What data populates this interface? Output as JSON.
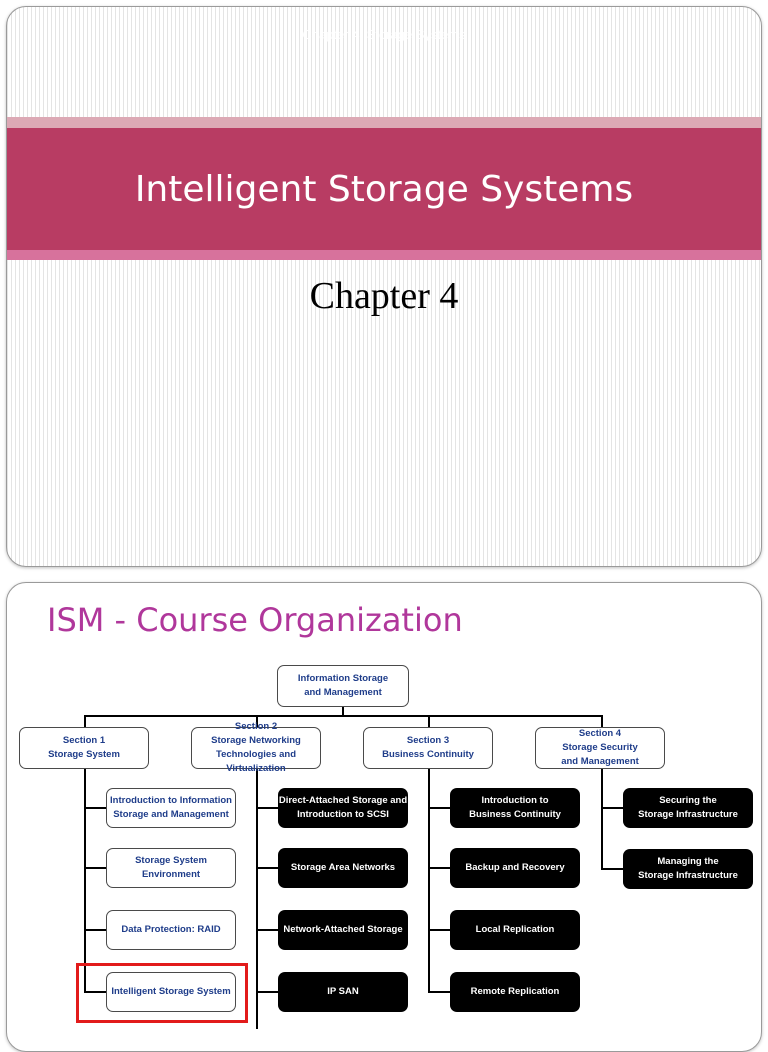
{
  "slide1": {
    "header": "Chapter 4: Storage Systems",
    "title": "Intelligent Storage Systems",
    "subtitle": "Chapter 4",
    "colors": {
      "band_main": "#b83c63",
      "band_top": "#dca9b5",
      "band_bottom": "#d7729c"
    }
  },
  "slide2": {
    "title": "ISM - Course Organization",
    "title_color": "#b0379b",
    "root": "Information Storage\nand Management",
    "sections": [
      {
        "label": "Section 1\nStorage System",
        "items": [
          "Introduction to Information\nStorage and Management",
          "Storage System Environment",
          "Data Protection: RAID",
          "Intelligent Storage System"
        ]
      },
      {
        "label": "Section 2\nStorage Networking\nTechnologies and Virtualization",
        "items": [
          "Direct-Attached Storage and\nIntroduction to SCSI",
          "Storage Area Networks",
          "Network-Attached Storage",
          "IP SAN"
        ]
      },
      {
        "label": "Section 3\nBusiness Continuity",
        "items": [
          "Introduction to\nBusiness Continuity",
          "Backup and Recovery",
          "Local Replication",
          "Remote Replication"
        ]
      },
      {
        "label": "Section 4\nStorage Security\nand Management",
        "items": [
          "Securing the\nStorage Infrastructure",
          "Managing the\nStorage Infrastructure"
        ]
      }
    ],
    "highlight_color": "#e21b1b"
  }
}
